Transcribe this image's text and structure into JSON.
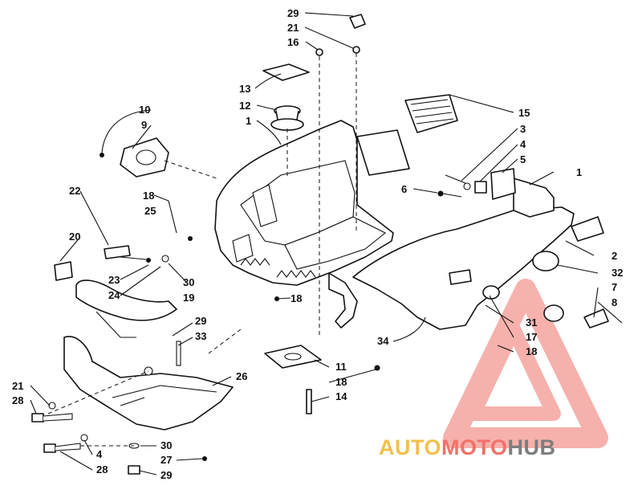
{
  "callouts": [
    "29",
    "21",
    "16",
    "13",
    "12",
    "1",
    "10",
    "9",
    "15",
    "3",
    "4",
    "5",
    "1",
    "6",
    "22",
    "18",
    "25",
    "20",
    "23",
    "24",
    "30",
    "19",
    "2",
    "32",
    "7",
    "8",
    "18",
    "29",
    "33",
    "31",
    "17",
    "18",
    "34",
    "21",
    "28",
    "11",
    "18",
    "14",
    "26",
    "4",
    "28",
    "30",
    "27",
    "29"
  ],
  "watermark": {
    "part1": "AUTO",
    "part2": "MOTO",
    "part3": "HUB",
    "colors": {
      "auto": "#f2c14a",
      "moto": "#f0726a",
      "hub": "#7d7d7d",
      "triangle": "#f0726a"
    }
  }
}
